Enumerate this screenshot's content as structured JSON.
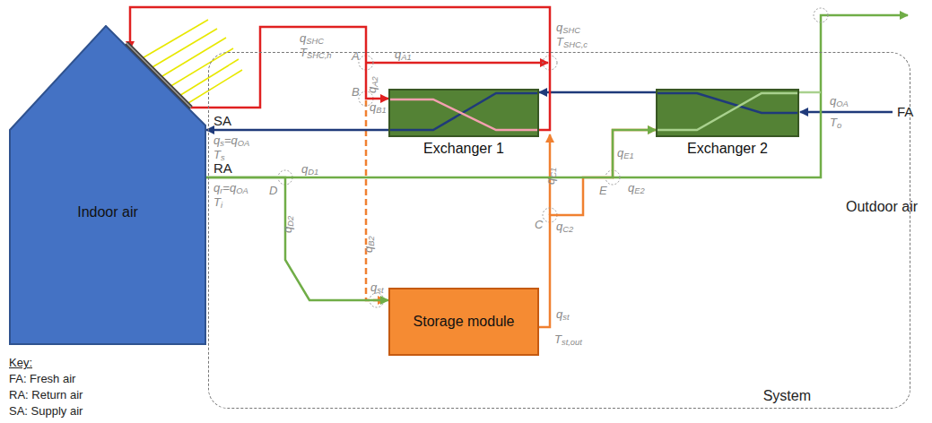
{
  "diagram": {
    "nodes": [
      {
        "text": [
          "Indoor air"
        ]
      },
      {
        "text": [
          "System"
        ]
      },
      {
        "text": [
          "Exchanger 1"
        ],
        "in": 1
      },
      {
        "text": [
          "Exchanger 2"
        ],
        "in": 1
      },
      {
        "text": [
          "Storage module"
        ],
        "in": 1
      }
    ],
    "edges": [
      {
        "from": 3,
        "to": 2,
        "arrow": "to"
      },
      {
        "from": 2,
        "to": 0,
        "arrow": "to"
      },
      {
        "from": 0,
        "to": 4,
        "arrow": "to"
      },
      {
        "from": 0,
        "to": 3,
        "arrow": "to"
      },
      {
        "from": 4,
        "to": 3,
        "arrow": "to"
      },
      {
        "from": 0,
        "to": 2,
        "arrow": "to"
      },
      {
        "from": 2,
        "to": 0,
        "arrow": "to"
      }
    ],
    "labels": [
      "qSHC",
      "TSHC,h",
      "qSHC",
      "TSHC,c",
      "qA1",
      "qA2",
      "qB1",
      "A",
      "B",
      "SA",
      "qs=qOA",
      "Ts",
      "RA",
      "qr=qOA",
      "Ti",
      "qD1",
      "D",
      "qD2",
      "qB2",
      "qst",
      "qst",
      "Tst,out",
      "qC1",
      "qC2",
      "C",
      "qE1",
      "qE2",
      "E",
      "qOA",
      "To",
      "FA",
      "Outdoor air",
      "Key:",
      "FA: Fresh air",
      "RA: Return air",
      "SA: Supply air"
    ]
  }
}
